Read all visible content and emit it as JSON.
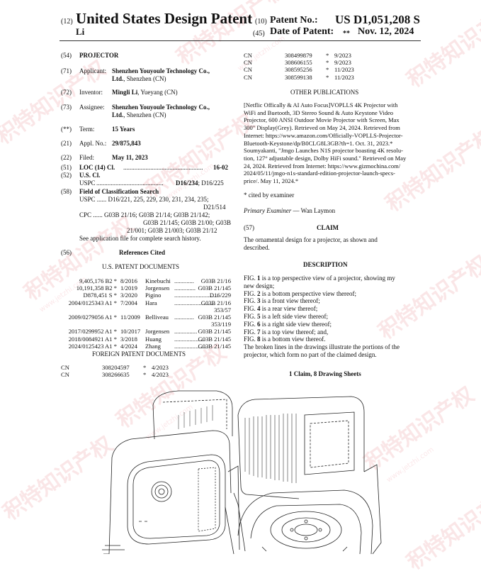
{
  "header": {
    "code12": "(12)",
    "title": "United States Design Patent",
    "inventor_surname": "Li",
    "code10": "(10)",
    "patent_no_label": "Patent No.:",
    "patent_no": "US D1,051,208 S",
    "code45": "(45)",
    "date_label": "Date of Patent:",
    "date_mark": "**",
    "date": "Nov. 12, 2024"
  },
  "left": {
    "f54": {
      "code": "(54)",
      "value": "PROJECTOR"
    },
    "f71": {
      "code": "(71)",
      "label": "Applicant:",
      "line1": "Shenzhen Youyoule Technology Co.,",
      "line2b": "Ltd.",
      "line2": ", Shenzhen (CN)"
    },
    "f72": {
      "code": "(72)",
      "label": "Inventor:",
      "name": "Mingli Li",
      "rest": ", Yueyang (CN)"
    },
    "f73": {
      "code": "(73)",
      "label": "Assignee:",
      "line1": "Shenzhen Youyoule Technology Co.,",
      "line2b": "Ltd.",
      "line2": ", Shenzhen (CN)"
    },
    "fterm": {
      "code": "(**)",
      "label": "Term:",
      "value": "15 Years"
    },
    "f21": {
      "code": "(21)",
      "label": "Appl. No.:",
      "value": "29/875,843"
    },
    "f22": {
      "code": "(22)",
      "label": "Filed:",
      "value": "May 11, 2023"
    },
    "f51": {
      "code": "(51)",
      "label": "LOC (14) Cl.",
      "dots": "..................................................",
      "value": "16-02"
    },
    "f52": {
      "code": "(52)",
      "label": "U.S. Cl.",
      "uspc": "USPC",
      "dots": "..........................................",
      "value": "D16/234",
      "rest": "; D16/225"
    },
    "f58": {
      "code": "(58)",
      "label": "Field of Classification Search",
      "lines": [
        "USPC ...... D16/221, 225, 229, 230, 231, 234, 235;",
        "D21/514",
        "CPC ...... G03B 21/16; G03B 21/14; G03B 21/142;",
        "G03B 21/145; G03B 21/00; G03B",
        "21/001; G03B 21/003; G03B 21/12",
        "See application file for complete search history."
      ]
    },
    "f56": {
      "code": "(56)",
      "label": "References Cited"
    },
    "us_docs_title": "U.S. PATENT DOCUMENTS",
    "us_docs": [
      {
        "no": "9,405,176 B2 *",
        "date": "8/2016",
        "name": "Kinebuchi",
        "dots": ".............",
        "cls": "G03B 21/16",
        "cls2": ""
      },
      {
        "no": "10,191,358 B2 *",
        "date": "1/2019",
        "name": "Jorgensen",
        "dots": "..............",
        "cls": "G03B 21/145",
        "cls2": ""
      },
      {
        "no": "D878,451 S *",
        "date": "3/2020",
        "name": "Pigino",
        "dots": ".............................",
        "cls": "D16/229",
        "cls2": ""
      },
      {
        "no": "2004/0125343 A1 *",
        "date": "7/2004",
        "name": "Hara",
        "dots": "...........................",
        "cls": "G03B 21/16",
        "cls2": "353/57"
      },
      {
        "no": "2009/0279056 A1 *",
        "date": "11/2009",
        "name": "Belliveau",
        "dots": ".............",
        "cls": "G03B 21/145",
        "cls2": "353/119"
      },
      {
        "no": "2017/0299952 A1 *",
        "date": "10/2017",
        "name": "Jorgensen",
        "dots": "...............",
        "cls": "G03B 21/145",
        "cls2": ""
      },
      {
        "no": "2018/0084921 A1 *",
        "date": "3/2018",
        "name": "Huang",
        "dots": "....................",
        "cls": "G03B 21/145",
        "cls2": ""
      },
      {
        "no": "2024/0125423 A1 *",
        "date": "4/2024",
        "name": "Zhang",
        "dots": "......................",
        "cls": "G03B 21/145",
        "cls2": ""
      }
    ],
    "foreign_title": "FOREIGN PATENT DOCUMENTS",
    "foreign_docs": [
      {
        "cc": "CN",
        "no": "308204597",
        "star": "*",
        "date": "4/2023"
      },
      {
        "cc": "CN",
        "no": "308266635",
        "star": "*",
        "date": "4/2023"
      }
    ]
  },
  "right": {
    "cn_docs": [
      {
        "cc": "CN",
        "no": "308499879",
        "star": "*",
        "date": "9/2023"
      },
      {
        "cc": "CN",
        "no": "308606155",
        "star": "*",
        "date": "9/2023"
      },
      {
        "cc": "CN",
        "no": "308595256",
        "star": "*",
        "date": "11/2023"
      },
      {
        "cc": "CN",
        "no": "308599138",
        "star": "*",
        "date": "11/2023"
      }
    ],
    "other_pubs_title": "OTHER PUBLICATIONS",
    "other_pubs": [
      "[Netflic Offically & AI Auto Focus]VOPLLS 4K Projector with",
      "WiFi and Buetooth, 3D Stereo Sound & Auto Keystone Video",
      "Projector, 600 ANSI Outdoor Movie Projector with Screen, Max",
      "300\" Display(Grey). Retrieved on May 24, 2024. Retrieved from",
      "Internet: https://www.amazon.com/Officially-VOPLLS-Projector-",
      "Bluetooth-Keystone/dp/B0CLG8L3GB?th=1. Oct. 31, 2023.*",
      "Soumyakanti, \"Jmgo Launches N1S projector boasting 4K resolu-",
      "tion, 127° adjustable design, Dolby HiFi sound.\" Retrieved on May",
      "24, 2024. Retrieved from Internet: https://www.gizmochina.com/",
      "2024/05/11/jmgo-n1s-standard-edition-projector-launch-specs-",
      "price/. May 11, 2024.*"
    ],
    "cited": "* cited by examiner",
    "examiner_label": "Primary Examiner",
    "examiner": " — Wan Laymon",
    "f57": "(57)",
    "claim_title": "CLAIM",
    "claim_lines": [
      "The ornamental design for a projector, as shown and",
      "described."
    ],
    "desc_title": "DESCRIPTION",
    "desc_lines": [
      {
        "pre": "FIG. ",
        "num": "1",
        "post": " is a top perspective view of a projector, showing my"
      },
      {
        "pre": "",
        "num": "",
        "post": "new design;"
      },
      {
        "pre": "FIG. ",
        "num": "2",
        "post": " is a bottom perspective view thereof;"
      },
      {
        "pre": "FIG. ",
        "num": "3",
        "post": " is a front view thereof;"
      },
      {
        "pre": "FIG. ",
        "num": "4",
        "post": " is a rear view thereof;"
      },
      {
        "pre": "FIG. ",
        "num": "5",
        "post": " is a left side view thereof;"
      },
      {
        "pre": "FIG. ",
        "num": "6",
        "post": " is a right side view thereof;"
      },
      {
        "pre": "FIG. ",
        "num": "7",
        "post": " is a top view thereof; and,"
      },
      {
        "pre": "FIG. ",
        "num": "8",
        "post": " is a bottom view thereof."
      },
      {
        "pre": "",
        "num": "",
        "post": "The broken lines in the drawings illustrate the portions of the"
      },
      {
        "pre": "",
        "num": "",
        "post": "projector, which form no part of the claimed design."
      }
    ],
    "sheets": "1 Claim, 8 Drawing Sheets"
  },
  "watermark": {
    "text": "积特知识产权",
    "sub": "www.jetzhi.com"
  }
}
